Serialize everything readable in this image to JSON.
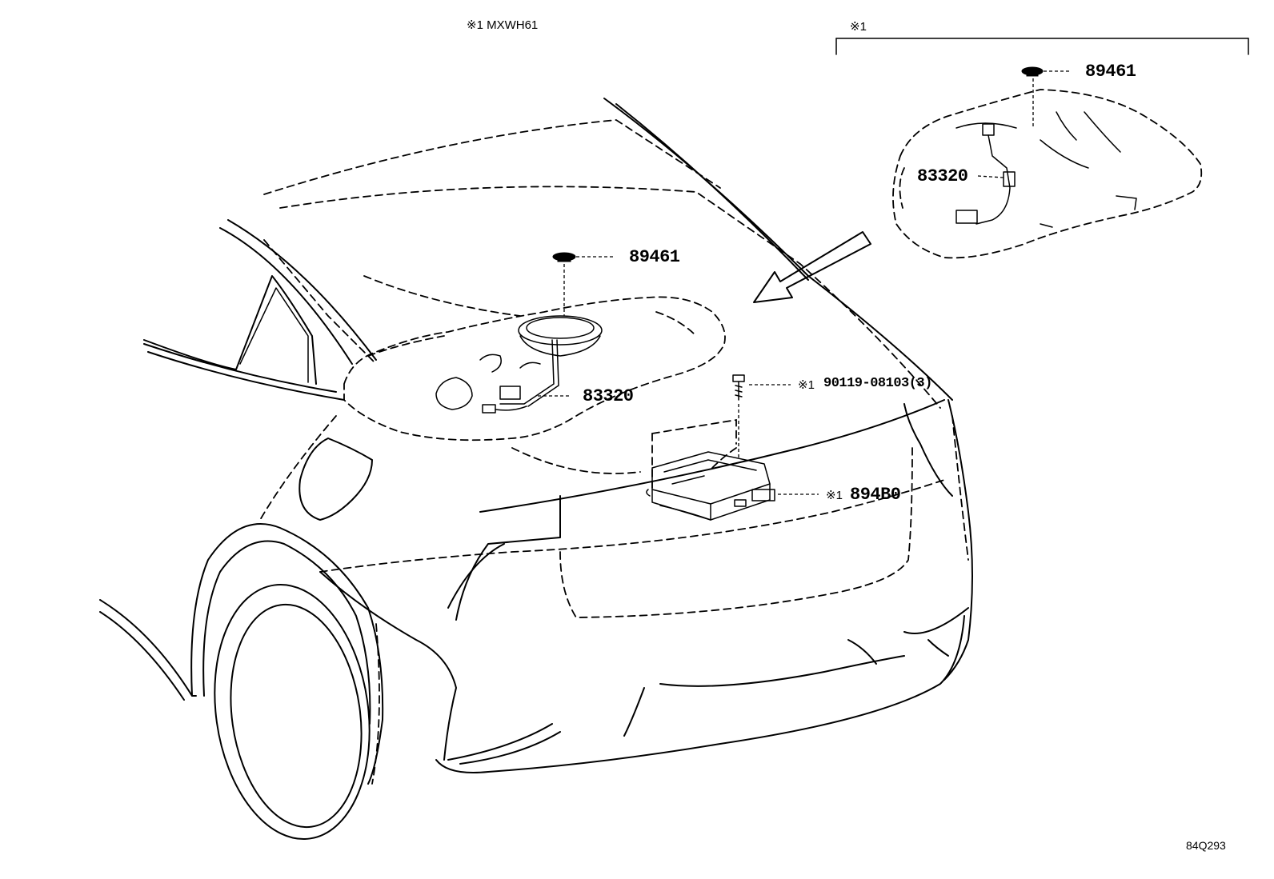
{
  "title_note": "※1 MXWH61",
  "inset_note": "※1",
  "diagram_id": "84Q293",
  "parts": {
    "sender_gauge_cap_main": "89461",
    "sender_gauge_main": "83320",
    "bolt_prefix": "※1",
    "bolt_part": "90119-08103(3)",
    "controller_prefix": "※1",
    "controller_part": "894B0",
    "sender_gauge_cap_inset": "89461",
    "sender_gauge_inset": "83320"
  }
}
